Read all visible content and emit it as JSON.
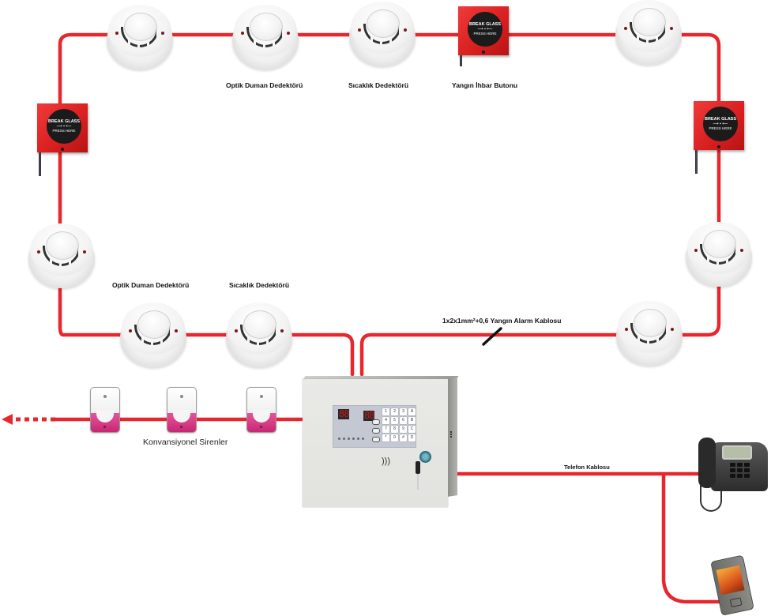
{
  "diagram": {
    "title": "Yangın Alarm Sistemi Bağlantı Şeması",
    "colors": {
      "wire": "#e8262b",
      "callpoint": "#e02626",
      "siren_accent": "#d63a84",
      "background": "#ffffff"
    },
    "labels": {
      "top_optik": "Optik Duman Dedektörü",
      "top_sicaklik": "Sıcaklık Dedektörü",
      "top_ihbar": "Yangın İhbar Butonu",
      "bottom_optik": "Optik Duman Dedektörü",
      "bottom_sicaklik": "Sıcaklık Dedektörü",
      "cable": "1x2x1mm²+0,6 Yangın Alarm Kablosu",
      "sirens": "Konvansiyonel Sirenler",
      "phone_cable": "Telefon Kablosu"
    },
    "callpoint_text": {
      "line1": "BREAK GLASS",
      "line2": "⟶ ▪ ⟵",
      "line3": "PRESS HERE"
    },
    "panel": {
      "display_left": "88",
      "display_right": "88",
      "keys": [
        "1",
        "2",
        "3",
        "A",
        "4",
        "5",
        "6",
        "B",
        "7",
        "8",
        "9",
        "C",
        "*",
        "0",
        "#",
        "D"
      ],
      "speaker_glyph": ")))"
    },
    "nodes": [
      {
        "id": "detector-top-1",
        "type": "smoke-detector"
      },
      {
        "id": "detector-top-2",
        "type": "optical-smoke-detector"
      },
      {
        "id": "detector-top-3",
        "type": "heat-detector"
      },
      {
        "id": "callpoint-top",
        "type": "manual-call-point"
      },
      {
        "id": "detector-top-right",
        "type": "smoke-detector"
      },
      {
        "id": "callpoint-left",
        "type": "manual-call-point"
      },
      {
        "id": "callpoint-right",
        "type": "manual-call-point"
      },
      {
        "id": "detector-left",
        "type": "smoke-detector"
      },
      {
        "id": "detector-right",
        "type": "smoke-detector"
      },
      {
        "id": "detector-bottom-1",
        "type": "optical-smoke-detector"
      },
      {
        "id": "detector-bottom-2",
        "type": "heat-detector"
      },
      {
        "id": "detector-bottom-right",
        "type": "smoke-detector"
      },
      {
        "id": "siren-1",
        "type": "siren"
      },
      {
        "id": "siren-2",
        "type": "siren"
      },
      {
        "id": "siren-3",
        "type": "siren"
      },
      {
        "id": "control-panel",
        "type": "fire-alarm-control-panel"
      },
      {
        "id": "desk-phone",
        "type": "telephone"
      },
      {
        "id": "mobile-phone",
        "type": "mobile-phone"
      }
    ],
    "edges": [
      {
        "from": "control-panel",
        "to": "detector-bottom-2",
        "label": ""
      },
      {
        "from": "detector-bottom-2",
        "to": "detector-bottom-1",
        "label": ""
      },
      {
        "from": "detector-bottom-1",
        "to": "detector-left",
        "label": ""
      },
      {
        "from": "detector-left",
        "to": "callpoint-left",
        "label": ""
      },
      {
        "from": "callpoint-left",
        "to": "detector-top-1",
        "label": ""
      },
      {
        "from": "detector-top-1",
        "to": "detector-top-2",
        "label": ""
      },
      {
        "from": "detector-top-2",
        "to": "detector-top-3",
        "label": ""
      },
      {
        "from": "detector-top-3",
        "to": "callpoint-top",
        "label": ""
      },
      {
        "from": "callpoint-top",
        "to": "detector-top-right",
        "label": ""
      },
      {
        "from": "detector-top-right",
        "to": "callpoint-right",
        "label": ""
      },
      {
        "from": "callpoint-right",
        "to": "detector-right",
        "label": ""
      },
      {
        "from": "detector-right",
        "to": "detector-bottom-right",
        "label": ""
      },
      {
        "from": "detector-bottom-right",
        "to": "control-panel",
        "label": "1x2x1mm²+0,6 Yangın Alarm Kablosu"
      },
      {
        "from": "control-panel",
        "to": "siren-3",
        "label": "Konvansiyonel Sirenler"
      },
      {
        "from": "siren-3",
        "to": "siren-2",
        "label": ""
      },
      {
        "from": "siren-2",
        "to": "siren-1",
        "label": ""
      },
      {
        "from": "siren-1",
        "to": "continuation",
        "label": ""
      },
      {
        "from": "control-panel",
        "to": "desk-phone",
        "label": "Telefon Kablosu"
      },
      {
        "from": "control-panel",
        "to": "mobile-phone",
        "label": ""
      }
    ]
  }
}
